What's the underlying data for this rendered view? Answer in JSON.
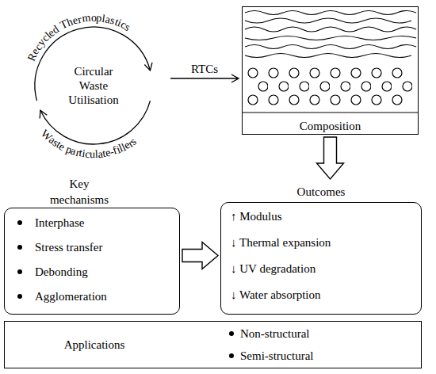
{
  "diagram": {
    "nodes": [
      {
        "text": [
          "Recycled Thermoplastics",
          "Circular Waste Utilisation",
          "Waste particulate-fillers"
        ]
      },
      {
        "text": [
          "Composition"
        ]
      },
      {
        "text": [
          "Key mechanisms",
          "Interphase",
          "Stress transfer",
          "Debonding",
          "Agglomeration"
        ]
      },
      {
        "text": [
          "Outcomes",
          "↑ Modulus",
          "↓ Thermal expansion",
          "↓ UV degradation",
          "↓ Water absorption"
        ]
      },
      {
        "text": [
          "Applications",
          "Non-structural",
          "Semi-structural"
        ]
      }
    ],
    "edges": [
      {
        "from": 0,
        "to": 1,
        "arrow": "to",
        "label": "RTCs"
      },
      {
        "from": 1,
        "to": 3,
        "arrow": "to"
      },
      {
        "from": 2,
        "to": 3,
        "arrow": "to"
      }
    ]
  }
}
